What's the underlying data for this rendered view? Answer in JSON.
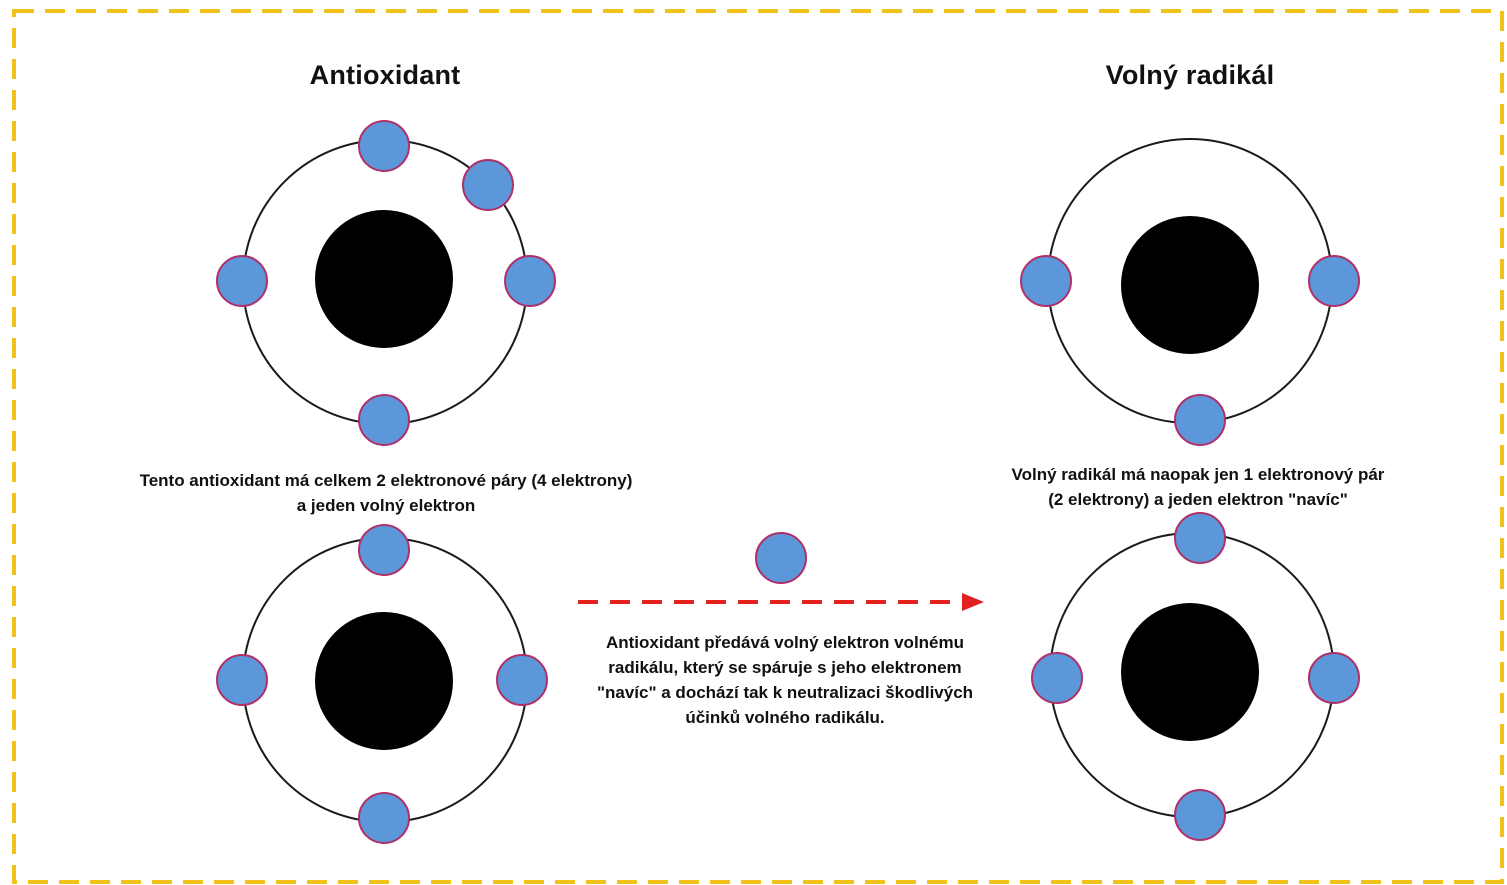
{
  "colors": {
    "frame_border": "#F2C21B",
    "electron_fill": "#5B97D9",
    "electron_stroke": "#B0306A",
    "nucleus": "#000000",
    "orbit": "#1A1A1A",
    "arrow": "#E0211D"
  },
  "titles": {
    "antioxidant": "Antioxidant",
    "radical": "Volný radikál"
  },
  "captions": {
    "antioxidant": {
      "line1": "Tento antioxidant má celkem 2 elektronové páry (4 elektrony)",
      "line2": "a jeden volný elektron"
    },
    "radical": {
      "line1": "Volný radikál má naopak jen 1 elektronový pár",
      "line2": "(2 elektrony) a jeden elektron \"navíc\""
    },
    "transfer": {
      "line1": "Antioxidant předává volný elektron volnému",
      "line2": "radikálu, který se spáruje s jeho elektronem",
      "line3": "\"navíc\" a dochází tak k neutralizaci škodlivých",
      "line4": "účinků volného radikálu."
    }
  },
  "atoms": {
    "antioxidant_before": {
      "electron_count": 5
    },
    "radical_before": {
      "electron_count": 3
    },
    "antioxidant_after": {
      "electron_count": 4
    },
    "radical_after": {
      "electron_count": 4
    },
    "transferred_electron": {
      "electron_count": 1
    }
  }
}
